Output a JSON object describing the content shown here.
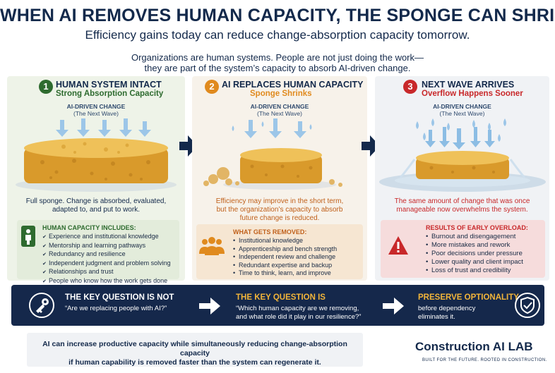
{
  "header": {
    "title": "WHEN AI REMOVES HUMAN CAPACITY, THE SPONGE CAN SHRINK",
    "subtitle": "Efficiency gains today can reduce change-absorption capacity tomorrow.",
    "intro_line1": "Organizations are human systems. People are not just doing the work—",
    "intro_line2": "they are part of the system’s capacity to absorb AI-driven change."
  },
  "panels": [
    {
      "number": "1",
      "title": "HUMAN SYSTEM INTACT",
      "subtitle": "Strong Absorption Capacity",
      "wave_label": "AI-DRIVEN CHANGE",
      "wave_sub": "(The Next Wave)",
      "caption_lines": [
        "Full sponge. Change is absorbed, evaluated,",
        "adapted to, and put to work."
      ],
      "box_title": "HUMAN CAPACITY INCLUDES:",
      "box_items": [
        "Experience and institutional knowledge",
        "Mentorship and learning pathways",
        "Redundancy and resilience",
        "Independent judgment and problem solving",
        "Relationships and trust",
        "People who know how the work gets done"
      ],
      "accent": "#2e6b2f"
    },
    {
      "number": "2",
      "title": "AI REPLACES HUMAN CAPACITY",
      "subtitle": "Sponge Shrinks",
      "wave_label": "AI-DRIVEN CHANGE",
      "wave_sub": "(The Next Wave)",
      "caption_lines": [
        "Efficiency may improve in the short term,",
        "but the organization’s capacity to absorb",
        "future change is reduced."
      ],
      "box_title": "WHAT GETS REMOVED:",
      "box_items": [
        "Institutional knowledge",
        "Apprenticeship and bench strength",
        "Independent review and challenge",
        "Redundant expertise and backup",
        "Time to think, learn, and improve"
      ],
      "accent": "#e08a1e"
    },
    {
      "number": "3",
      "title": "NEXT WAVE ARRIVES",
      "subtitle": "Overflow Happens Sooner",
      "wave_label": "AI-DRIVEN CHANGE",
      "wave_sub": "(The Next Wave)",
      "caption_lines": [
        "The same amount of change that was once",
        "manageable now overwhelms the system."
      ],
      "box_title": "RESULTS OF EARLY OVERLOAD:",
      "box_items": [
        "Burnout and disengagement",
        "More mistakes and rework",
        "Poor decisions under pressure",
        "Lower quality and client impact",
        "Loss of trust and credibility"
      ],
      "accent": "#c8282a"
    }
  ],
  "banner": {
    "q1_title": "THE KEY QUESTION IS NOT",
    "q1_text": "“Are we replacing people with AI?”",
    "q2_title": "THE KEY QUESTION IS",
    "q2_line1": "“Which human capacity are we removing,",
    "q2_line2": "and what role did it play in our resilience?”",
    "q3_title": "PRESERVE OPTIONALITY",
    "q3_line1": "before dependency",
    "q3_line2": "eliminates it."
  },
  "footer": {
    "line1": "AI can increase productive capacity while simultaneously reducing change-absorption capacity",
    "line2": "if human capability is removed faster than the system can regenerate it.",
    "brand": "Construction AI LAB",
    "tagline": "BUILT FOR THE FUTURE.  ROOTED IN CONSTRUCTION."
  },
  "colors": {
    "navy": "#13294b",
    "green": "#2e6b2f",
    "orange": "#e08a1e",
    "red": "#c8282a",
    "banner_bg": "#15284b",
    "banner_gold": "#f2b53a"
  },
  "icons": [
    "human-figure-icon",
    "people-group-icon",
    "warning-triangle-icon",
    "key-icon",
    "shield-check-icon",
    "arrow-right-icon",
    "water-drop-icon"
  ]
}
